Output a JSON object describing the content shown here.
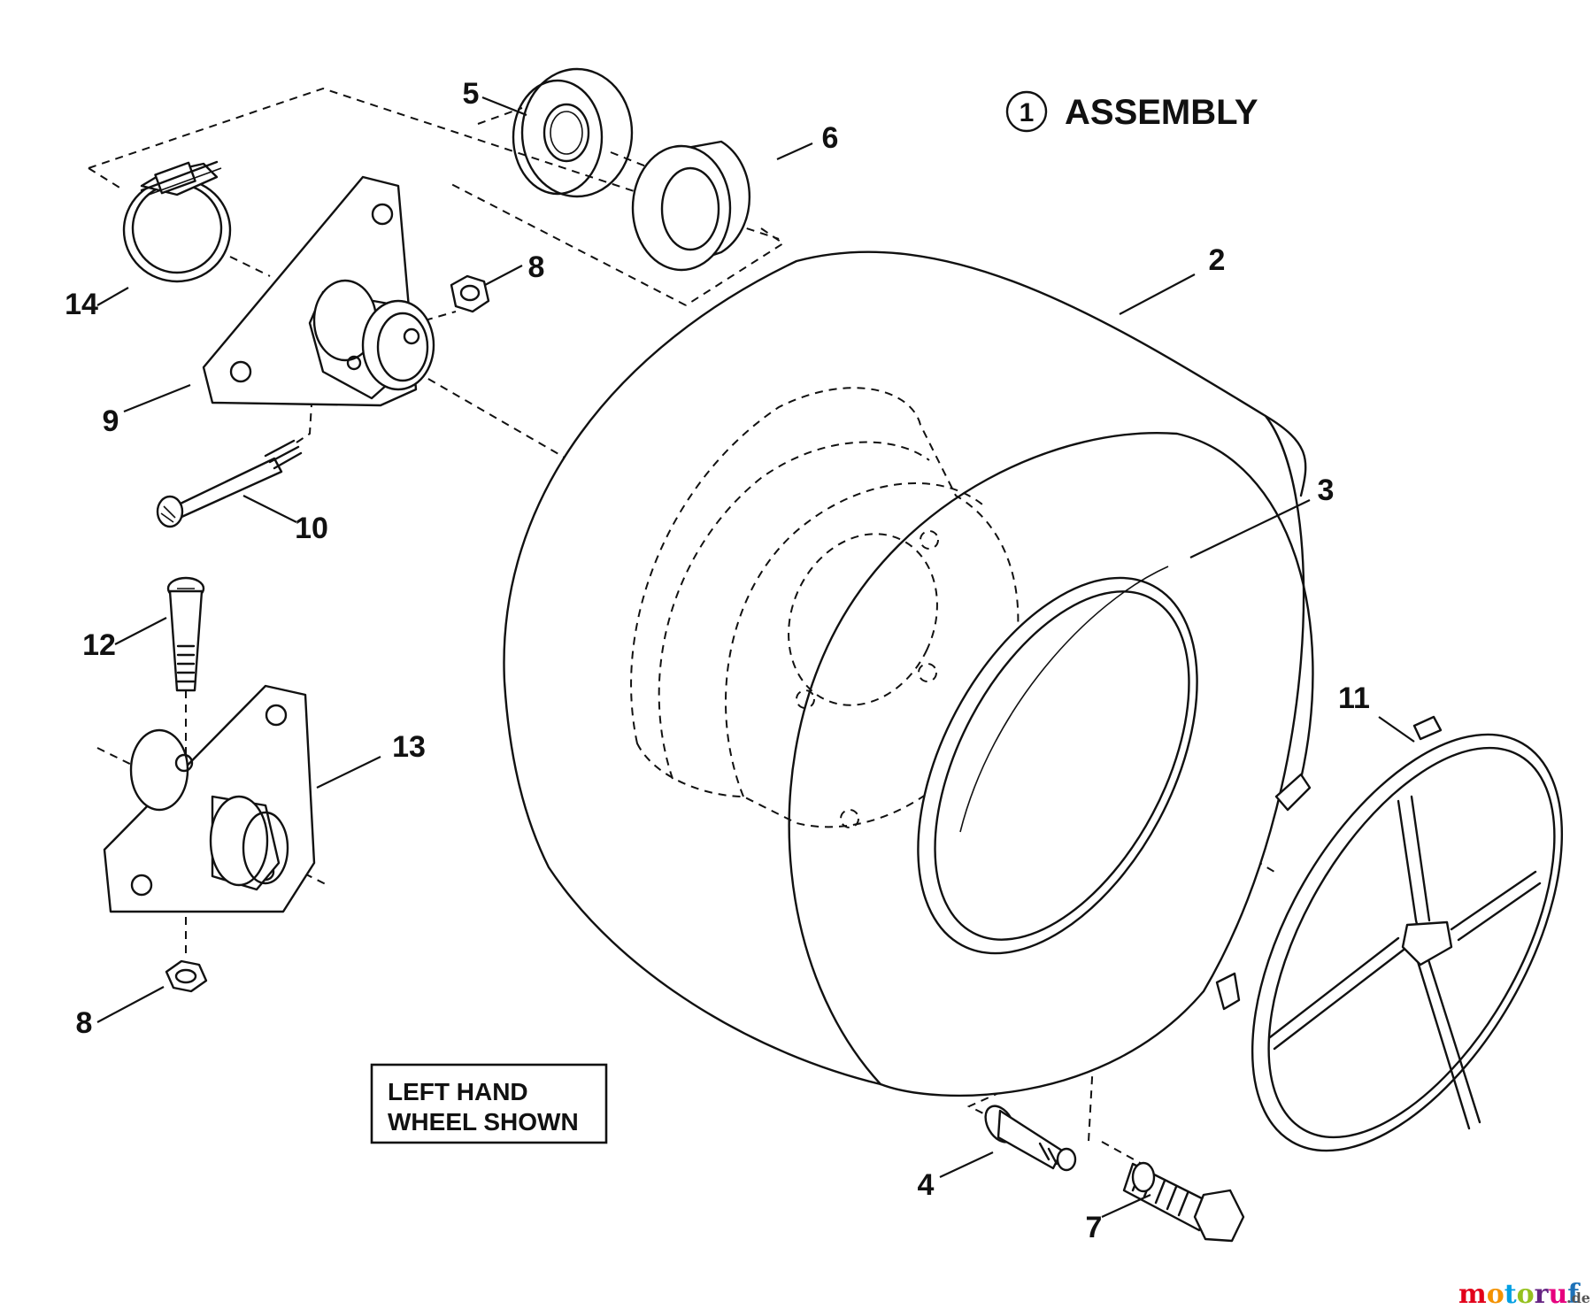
{
  "title": {
    "callout_number": "1",
    "label": "ASSEMBLY"
  },
  "note": {
    "line1": "LEFT HAND",
    "line2": "WHEEL SHOWN"
  },
  "callouts": {
    "c2": "2",
    "c3": "3",
    "c4": "4",
    "c5": "5",
    "c6": "6",
    "c7": "7",
    "c8_upper": "8",
    "c8_lower": "8",
    "c9": "9",
    "c10": "10",
    "c11": "11",
    "c12": "12",
    "c13": "13",
    "c14": "14"
  },
  "watermark": {
    "brand": "motoruf",
    "suffix": ".de",
    "colors": [
      "#e2001a",
      "#f39200",
      "#009fe3",
      "#95c11f",
      "#662483",
      "#e6007e",
      "#1d71b8"
    ]
  }
}
